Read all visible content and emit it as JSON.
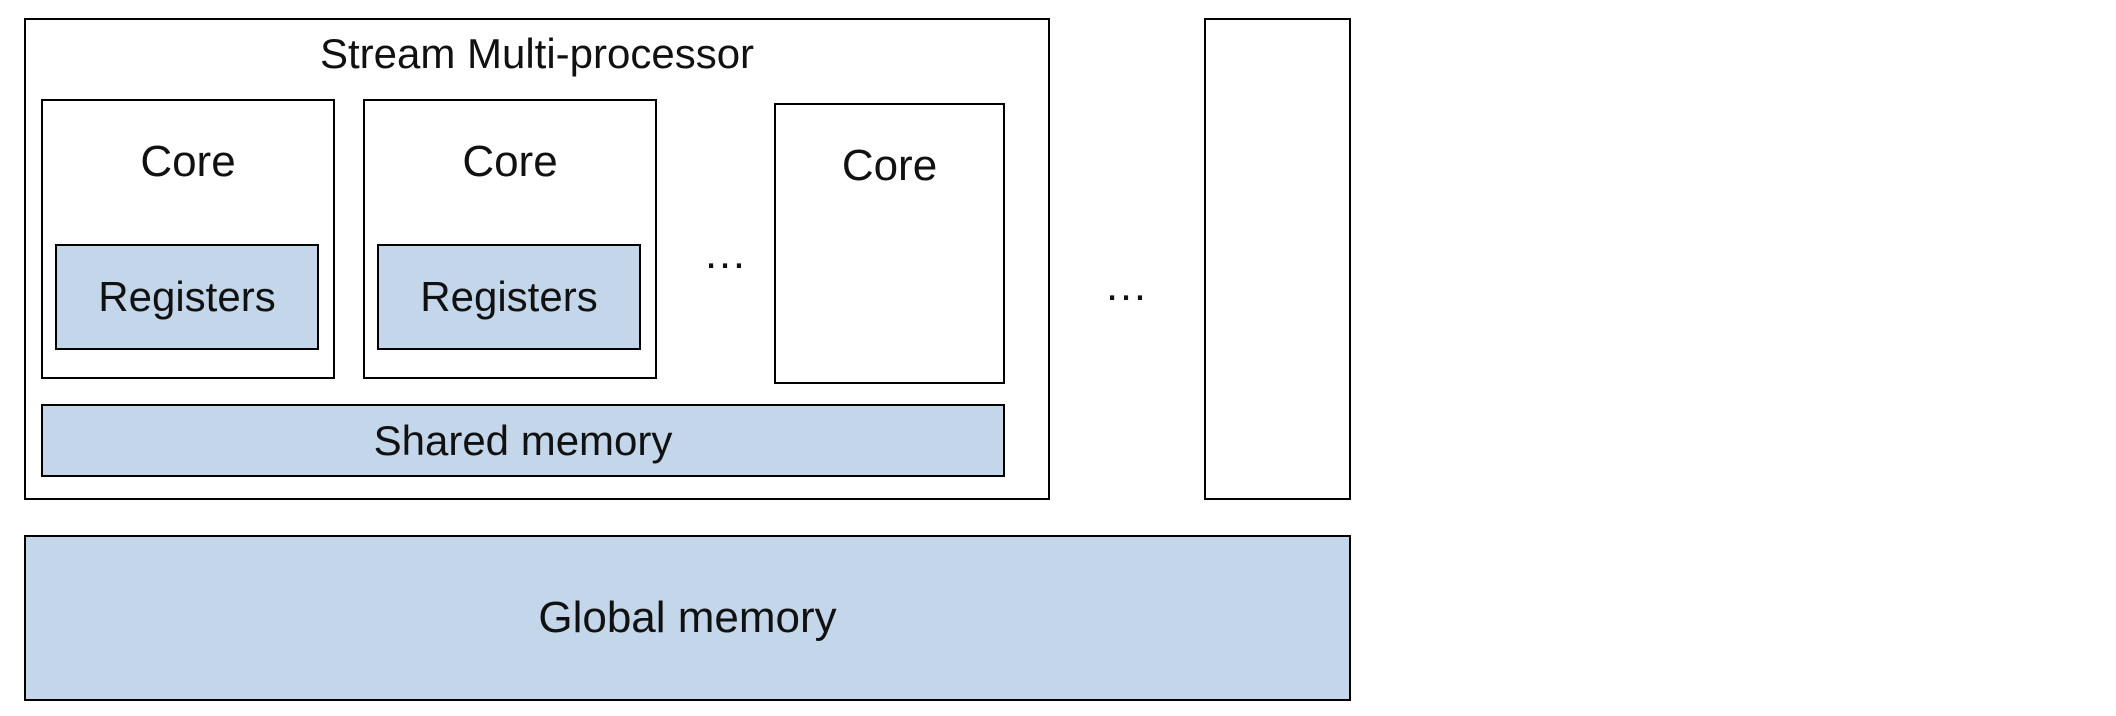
{
  "sm": {
    "title": "Stream Multi-processor",
    "cores": [
      {
        "label": "Core",
        "registers": "Registers"
      },
      {
        "label": "Core",
        "registers": "Registers"
      },
      {
        "label": "Core"
      }
    ],
    "core_ellipsis": "…",
    "shared_memory": "Shared memory"
  },
  "sm_ellipsis": "…",
  "global_memory": "Global memory",
  "colors": {
    "memory_fill": "#c3d6ea",
    "stroke": "#000000",
    "background": "#ffffff"
  }
}
